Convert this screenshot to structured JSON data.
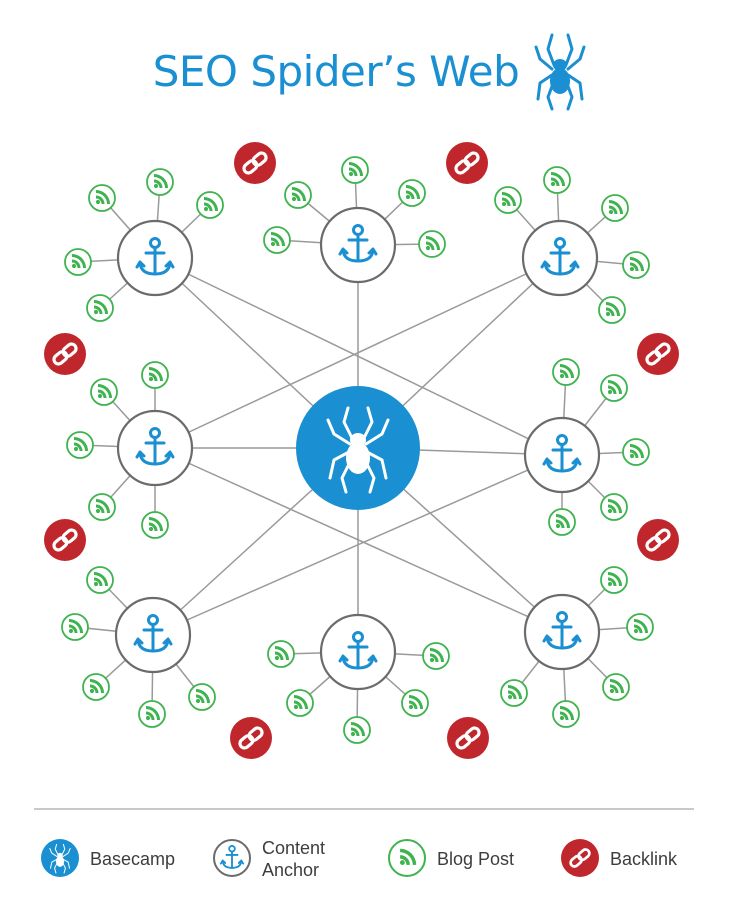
{
  "title": "SEO Spider’s Web",
  "legend": {
    "basecamp": "Basecamp",
    "content_anchor": "Content Anchor",
    "blog_post": "Blog Post",
    "backlink": "Backlink"
  },
  "colors": {
    "blue": "#1a8fd1",
    "green": "#3fb34f",
    "red": "#c0272d",
    "anchor_ring": "#6b6b6b",
    "link_line": "#9a9a9a",
    "title": "#1a8fd1"
  },
  "icons": {
    "basecamp": "spider-icon",
    "content_anchor": "anchor-icon",
    "blog_post": "rss-feed-icon",
    "backlink": "chain-link-icon"
  },
  "counts": {
    "content_anchors": 8,
    "blog_posts": 40,
    "backlinks": 8
  }
}
